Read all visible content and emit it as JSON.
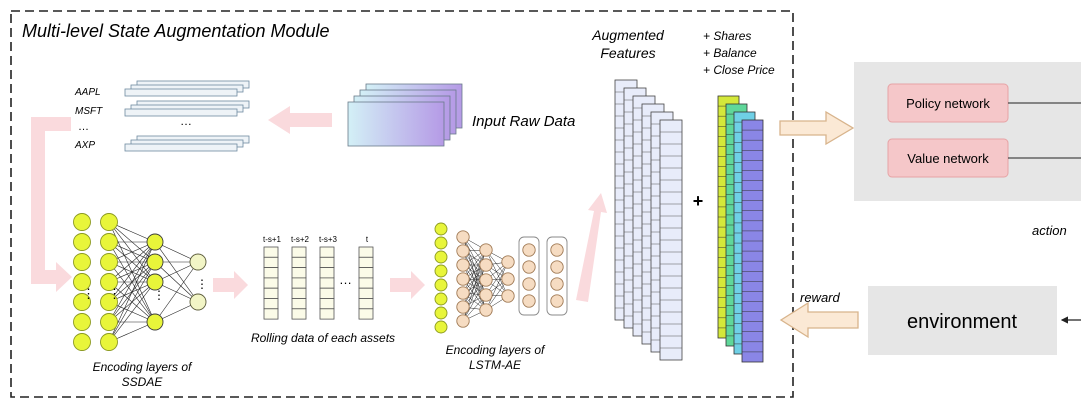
{
  "module": {
    "title": "Multi-level State Augmentation Module"
  },
  "tickers": [
    "AAPL",
    "MSFT",
    "…",
    "AXP"
  ],
  "stack_ellipsis": "…",
  "input_raw_data": "Input Raw Data",
  "ssdae": {
    "caption_line1": "Encoding layers of",
    "caption_line2": "SSDAE",
    "ellipsis": "⋮"
  },
  "rolling": {
    "labels": [
      "t-s+1",
      "t-s+2",
      "t-s+3",
      "t"
    ],
    "ellipsis": "…",
    "caption": "Rolling data of each assets"
  },
  "lstm_ae": {
    "caption_line1": "Encoding layers of",
    "caption_line2": "LSTM-AE"
  },
  "augmented": {
    "line1": "Augmented",
    "line2": "Features"
  },
  "plus_sign": "+",
  "extras": [
    "+ Shares",
    "+ Balance",
    "+ Close Price"
  ],
  "agent": {
    "policy_network": "Policy network",
    "value_network": "Value network"
  },
  "action_label": "action",
  "reward_label": "reward",
  "environment_label": "environment",
  "colors": {
    "yellow_node": "#e8f53a",
    "peach_node": "#f6dcc2",
    "network_box_fill": "#f5c7c9",
    "network_box_border": "#e6a3a5",
    "agent_bg": "#e6e6e6",
    "environment_bg": "#e6e6e6",
    "pink_arrow": "#fadadd",
    "beige_arrow_fill": "#fbe9d5",
    "beige_arrow_border": "#d8b48c",
    "feature_column": "#e8ecfa",
    "gradient_columns": [
      "#d4e83a",
      "#5fd79a",
      "#6fd0e6",
      "#8a86e6"
    ]
  }
}
